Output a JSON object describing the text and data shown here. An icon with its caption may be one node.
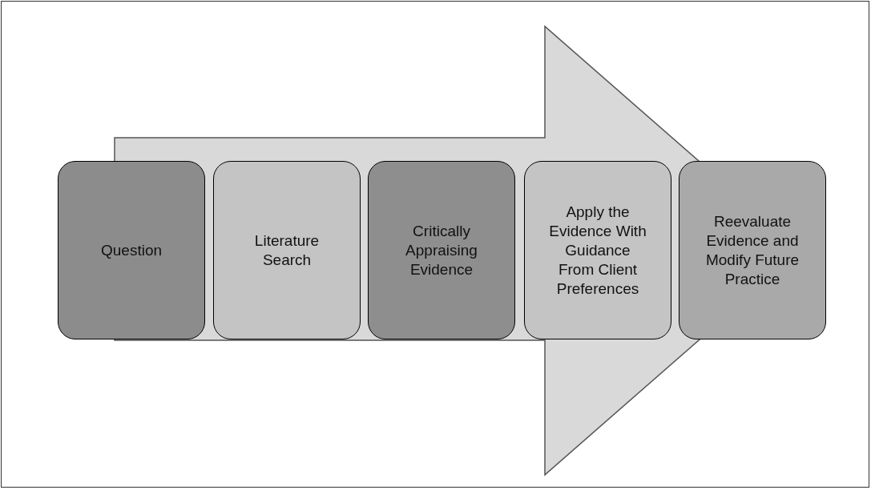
{
  "diagram": {
    "nodes": [
      {
        "text": [
          "Question"
        ]
      },
      {
        "text": [
          "Literature Search"
        ]
      },
      {
        "text": [
          "Critically Appraising Evidence"
        ]
      },
      {
        "text": [
          "Apply the Evidence With Guidance From Client Preferences"
        ]
      },
      {
        "text": [
          "Reevaluate Evidence and Modify Future Practice"
        ]
      }
    ],
    "edges": [
      {
        "from": 0,
        "to": 4,
        "arrow": "to"
      }
    ]
  }
}
